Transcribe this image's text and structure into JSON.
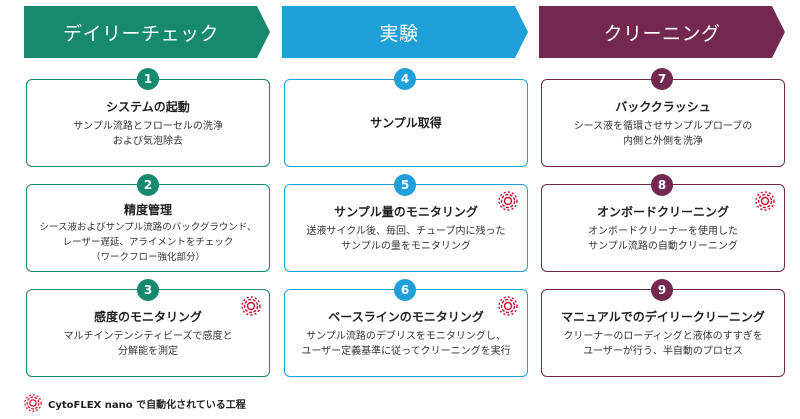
{
  "columns": [
    {
      "header": "デイリーチェック",
      "color": "#16896f",
      "cards": [
        {
          "number": "1",
          "title": "システムの起動",
          "lines": [
            "サンプル流路とフローセルの洗浄",
            "および気泡除去"
          ],
          "automated": false
        },
        {
          "number": "2",
          "title": "精度管理",
          "lines": [
            "シース液およびサンプル流路のバックグラウンド、",
            "レーザー遅延、アライメントをチェック",
            "（ワークフロー強化部分）"
          ],
          "automated": false
        },
        {
          "number": "3",
          "title": "感度のモニタリング",
          "lines": [
            "マルチインテンシティビーズで感度と",
            "分解能を測定"
          ],
          "automated": true
        }
      ]
    },
    {
      "header": "実験",
      "color": "#1fa0d8",
      "cards": [
        {
          "number": "4",
          "title": "サンプル取得",
          "lines": [],
          "automated": false
        },
        {
          "number": "5",
          "title": "サンプル量のモニタリング",
          "lines": [
            "送液サイクル後、毎回、チューブ内に残った",
            "サンプルの量をモニタリング"
          ],
          "automated": true
        },
        {
          "number": "6",
          "title": "ベースラインのモニタリング",
          "lines": [
            "サンプル流路のデブリスをモニタリングし、",
            "ユーザー定義基準に従ってクリーニングを実行"
          ],
          "automated": true
        }
      ]
    },
    {
      "header": "クリーニング",
      "color": "#73294f",
      "cards": [
        {
          "number": "7",
          "title": "バッククラッシュ",
          "lines": [
            "シース液を循環させサンプルプローブの",
            "内側と外側を洗浄"
          ],
          "automated": false
        },
        {
          "number": "8",
          "title": "オンボードクリーニング",
          "lines": [
            "オンボードクリーナーを使用した",
            "サンプル流路の自動クリーニング"
          ],
          "automated": true
        },
        {
          "number": "9",
          "title": "マニュアルでのデイリークリーニング",
          "lines": [
            "クリーナーのローディングと液体のすすぎを",
            "ユーザーが行う、半自動のプロセス"
          ],
          "automated": false
        }
      ]
    }
  ],
  "legend": {
    "text": "CytoFLEX nano で自動化されている工程",
    "icon": "automation-target-icon",
    "icon_color": "#c8102e"
  }
}
